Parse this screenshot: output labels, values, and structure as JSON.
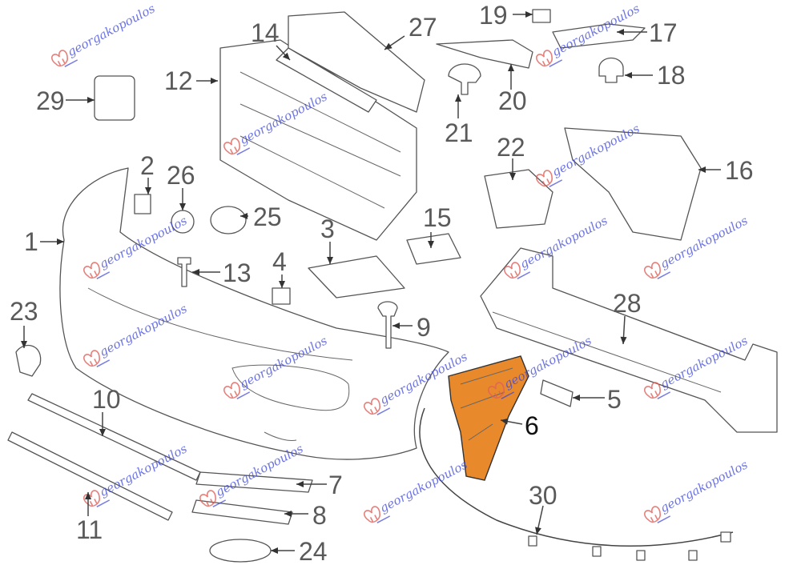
{
  "diagram": {
    "title": "Front bumper exploded parts diagram",
    "highlighted_part": "6",
    "highlight_color": "#e8892b",
    "labels": [
      "1",
      "2",
      "3",
      "4",
      "5",
      "6",
      "7",
      "8",
      "9",
      "10",
      "11",
      "12",
      "13",
      "14",
      "15",
      "16",
      "17",
      "18",
      "19",
      "20",
      "21",
      "22",
      "23",
      "24",
      "25",
      "26",
      "27",
      "28",
      "29",
      "30"
    ]
  },
  "watermark": {
    "text": "georgakopoulos"
  }
}
